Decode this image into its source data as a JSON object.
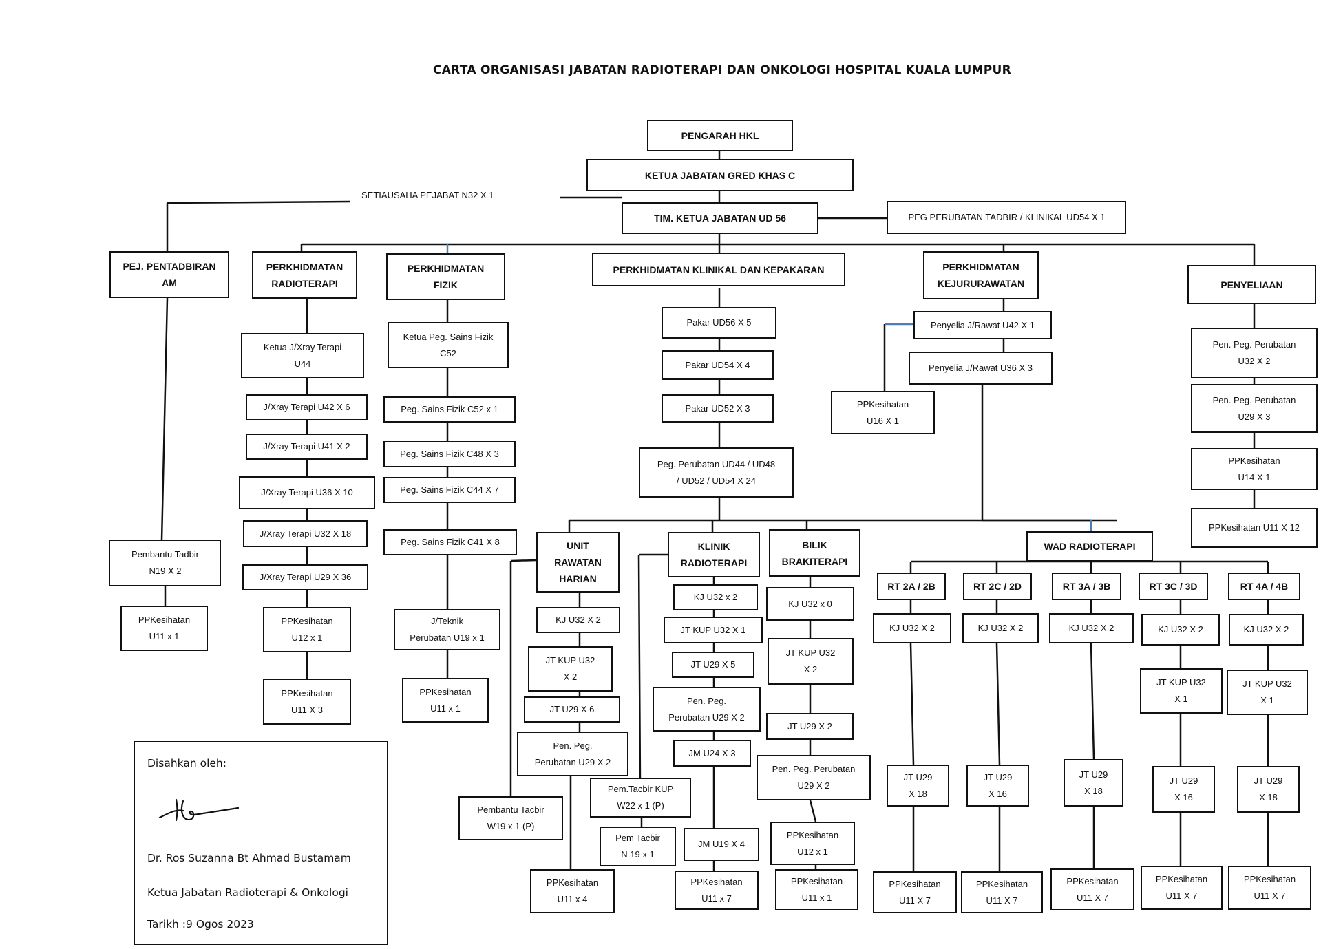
{
  "title": "CARTA ORGANISASI JABATAN RADIOTERAPI DAN ONKOLOGI HOSPITAL KUALA LUMPUR",
  "nodes": {
    "pengarah": "PENGARAH HKL",
    "ketua": "KETUA JABATAN GRED KHAS C",
    "setiausaha": "SETIAUSAHA PEJABAT N32 X 1",
    "tim_ketua": "TIM. KETUA JABATAN UD 56",
    "peg_perubatan_tadbir": "PEG PERUBATAN TADBIR / KLINIKAL UD54 X 1",
    "pej_pentadbiran": "PEJ. PENTADBIRAN\nAM",
    "perkh_radioterapi": "PERKHIDMATAN\nRADIOTERAPI",
    "perkh_fizik": "PERKHIDMATAN\nFIZIK",
    "perkh_klinikal": "PERKHIDMATAN KLINIKAL DAN KEPAKARAN",
    "perkh_kejururawatan": "PERKHIDMATAN\nKEJURURAWATAN",
    "penyeliaan": "PENYELIAAN",
    "pembantu_tadbir_n19": "Pembantu Tadbir\nN19 X 2",
    "ppk_u11_pentadbiran": "PPKesihatan\nU11 x 1",
    "ketua_jxray": "Ketua J/Xray Terapi\nU44",
    "jxray_u42": "J/Xray Terapi U42 X 6",
    "jxray_u41": "J/Xray Terapi U41 X 2",
    "jxray_u36": "J/Xray Terapi U36 X  10",
    "jxray_u32": "J/Xray Terapi U32 X 18",
    "jxray_u29": "J/Xray Terapi U29 X 36",
    "ppk_u12_radio": "PPKesihatan\nU12 x 1",
    "ppk_u11_radio": "PPKesihatan\nU11 X 3",
    "ketua_sains_fizik": "Ketua Peg. Sains Fizik\nC52",
    "sains_c52": "Peg. Sains Fizik C52 x 1",
    "sains_c48": "Peg. Sains Fizik C48 X 3",
    "sains_c44": "Peg. Sains Fizik C44 X 7",
    "sains_c41": "Peg. Sains Fizik C41 X 8",
    "jteknik": "J/Teknik\nPerubatan U19 x 1",
    "ppk_u11_fizik": "PPKesihatan\nU11 x 1",
    "pakar_ud56": "Pakar UD56 X  5",
    "pakar_ud54": "Pakar UD54 X 4",
    "pakar_ud52": "Pakar UD52 X 3",
    "peg_perubatan_ud": "Peg. Perubatan UD44 / UD48\n/ UD52 / UD54  X 24",
    "penyelia_u42": "Penyelia J/Rawat U42 X 1",
    "penyelia_u36": "Penyelia J/Rawat U36 X 3",
    "ppk_u16": "PPKesihatan\nU16  X 1",
    "pen_peg_u32": "Pen. Peg. Perubatan\nU32 X 2",
    "pen_peg_u29": "Pen. Peg. Perubatan\nU29 X 3",
    "ppk_u14": "PPKesihatan\nU14  X 1",
    "ppk_u11_12": "PPKesihatan  U11 X 12",
    "unit_rawatan": "UNIT\nRAWATAN\nHARIAN",
    "urh_kj": "KJ U32 X 2",
    "urh_jt_kup": "JT KUP U32\nX 2",
    "urh_jt_u29": "JT U29 X  6",
    "urh_pen_peg": "Pen. Peg.\nPerubatan U29 X 2",
    "urh_pembantu": "Pembantu Tacbir\nW19 x 1 (P)",
    "urh_ppk": "PPKesihatan\nU11 x 4",
    "klinik_radio": "KLINIK\nRADIOTERAPI",
    "kr_kj": "KJ U32 x 2",
    "kr_jt_kup": "JT KUP U32 X 1",
    "kr_jt_u29": "JT  U29  X  5",
    "kr_pen_peg": "Pen. Peg.\nPerubatan U29 X 2",
    "kr_jm_u24": "JM U24 X 3",
    "kr_jm_u19": "JM U19 X 4",
    "kr_ppk": "PPKesihatan\nU11 x 7",
    "pem_tacbir_kup": "Pem.Tacbir KUP\nW22 x 1 (P)",
    "pem_tacbir_n19": "Pem Tacbir\nN 19 x 1",
    "bilik_brak": "BILIK\nBRAKITERAPI",
    "bb_kj": "KJ U32 x 0",
    "bb_jt_kup": "JT KUP U32\nX 2",
    "bb_jt_u29": "JT  U29  X  2",
    "bb_pen_peg": "Pen. Peg. Perubatan\nU29 X 2",
    "bb_ppk_u12": "PPKesihatan\nU12 x 1",
    "bb_ppk_u11": "PPKesihatan\nU11 x 1",
    "wad_radio": "WAD RADIOTERAPI",
    "rt2a": "RT 2A / 2B",
    "rt2c": "RT 2C / 2D",
    "rt3a": "RT 3A / 3B",
    "rt3c": "RT 3C / 3D",
    "rt4a": "RT 4A / 4B",
    "rt2a_kj": "KJ U32 X 2",
    "rt2c_kj": "KJ  U32 X 2",
    "rt3a_kj": "KJ  U32 X 2",
    "rt3c_kj": "KJ U32 X 2",
    "rt4a_kj": "KJ U32 X 2",
    "rt3c_jt_kup": "JT KUP U32\nX 1",
    "rt4a_jt_kup": "JT KUP U32\nX 1",
    "rt2a_jt": "JT U29\nX  18",
    "rt2c_jt": "JT U29\nX 16",
    "rt3a_jt": "JT U29\nX 18",
    "rt3c_jt": "JT U29\nX 16",
    "rt4a_jt": "JT U29\nX 18",
    "rt2a_ppk": "PPKesihatan\nU11  X 7",
    "rt2c_ppk": "PPKesihatan\nU11 X 7",
    "rt3a_ppk": "PPKesihatan\nU11 X 7",
    "rt3c_ppk": "PPKesihatan\nU11 X 7",
    "rt4a_ppk": "PPKesihatan\nU11 X 7"
  },
  "approval": {
    "label": "Disahkan oleh:",
    "name": "Dr. Ros Suzanna Bt Ahmad Bustamam",
    "position": "Ketua Jabatan Radioterapi & Onkologi",
    "date": "Tarikh :9 Ogos 2023"
  },
  "colors": {
    "line": "#111111",
    "accent_line": "#4a7fb5"
  }
}
